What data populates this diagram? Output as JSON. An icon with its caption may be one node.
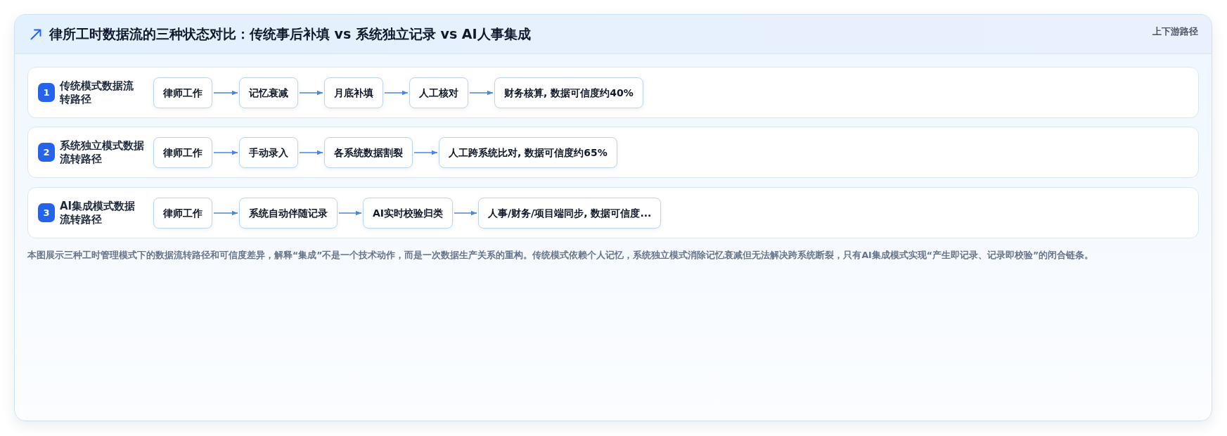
{
  "diagram": {
    "title": "律所工时数据流的三种状态对比：传统事后补填 vs 系统独立记录 vs AI人事集成",
    "nodes": [
      {
        "text": [
          "传统模式数据流转路径"
        ]
      },
      {
        "text": [
          "1"
        ],
        "in": 0
      },
      {
        "text": [
          "律师工作"
        ],
        "in": 0
      },
      {
        "text": [
          "记忆衰减"
        ],
        "in": 0
      },
      {
        "text": [
          "月底补填"
        ],
        "in": 0
      },
      {
        "text": [
          "人工核对"
        ],
        "in": 0
      },
      {
        "text": [
          "财务核算, 数据可信度约40%"
        ],
        "in": 0
      },
      {
        "text": [
          "系统独立模式数据流转路径"
        ]
      },
      {
        "text": [
          "2"
        ],
        "in": 7
      },
      {
        "text": [
          "律师工作"
        ],
        "in": 7
      },
      {
        "text": [
          "手动录入"
        ],
        "in": 7
      },
      {
        "text": [
          "各系统数据割裂"
        ],
        "in": 7
      },
      {
        "text": [
          "人工跨系统比对, 数据可信度约65%"
        ],
        "in": 7
      },
      {
        "text": [
          "AI集成模式数据流转路径"
        ]
      },
      {
        "text": [
          "3"
        ],
        "in": 13
      },
      {
        "text": [
          "律师工作"
        ],
        "in": 13
      },
      {
        "text": [
          "系统自动伴随记录"
        ],
        "in": 13
      },
      {
        "text": [
          "AI实时校验归类"
        ],
        "in": 13
      },
      {
        "text": [
          "人事/财务/项目端同步, 数据可信度..."
        ],
        "in": 13
      }
    ],
    "edges": [
      {
        "from": 2,
        "to": 3,
        "arrow": "to"
      },
      {
        "from": 3,
        "to": 4,
        "arrow": "to"
      },
      {
        "from": 4,
        "to": 5,
        "arrow": "to"
      },
      {
        "from": 5,
        "to": 6,
        "arrow": "to"
      },
      {
        "from": 9,
        "to": 10,
        "arrow": "to"
      },
      {
        "from": 10,
        "to": 11,
        "arrow": "to"
      },
      {
        "from": 11,
        "to": 12,
        "arrow": "to"
      },
      {
        "from": 15,
        "to": 16,
        "arrow": "to"
      },
      {
        "from": 16,
        "to": 17,
        "arrow": "to"
      },
      {
        "from": 17,
        "to": 18,
        "arrow": "to"
      }
    ],
    "labels": [
      "上下游路径"
    ],
    "caption": "本图展示三种工时管理模式下的数据流转路径和可信度差异，解释“集成”不是一个技术动作，而是一次数据生产关系的重构。传统模式依赖个人记忆，系统独立模式消除记忆衰减但无法解决跨系统断裂，只有AI集成模式实现“产生即记录、记录即校验”的闭合链条。"
  }
}
